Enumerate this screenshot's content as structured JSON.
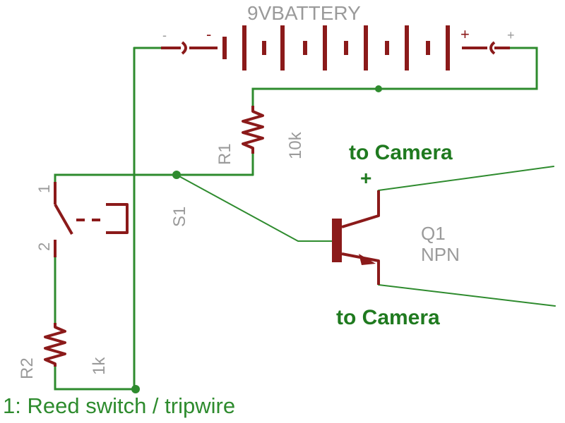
{
  "battery": {
    "label": "9VBATTERY",
    "neg_terminal": "-",
    "pos_terminal": "+",
    "neg_terminal_outer": "-",
    "pos_terminal_outer": "+"
  },
  "r1": {
    "ref": "R1",
    "value": "10k"
  },
  "r2": {
    "ref": "R2",
    "value": "1k"
  },
  "switch": {
    "ref": "S1",
    "pin1": "1",
    "pin2": "2"
  },
  "transistor": {
    "ref": "Q1",
    "type": "NPN"
  },
  "outputs": {
    "camera_top": "to Camera",
    "camera_top_polarity": "+",
    "camera_bottom": "to Camera"
  },
  "footnote": "1: Reed switch / tripwire",
  "colors": {
    "wire": "#2e8b2e",
    "component": "#8b1a1a",
    "label": "#9a9a9a"
  }
}
